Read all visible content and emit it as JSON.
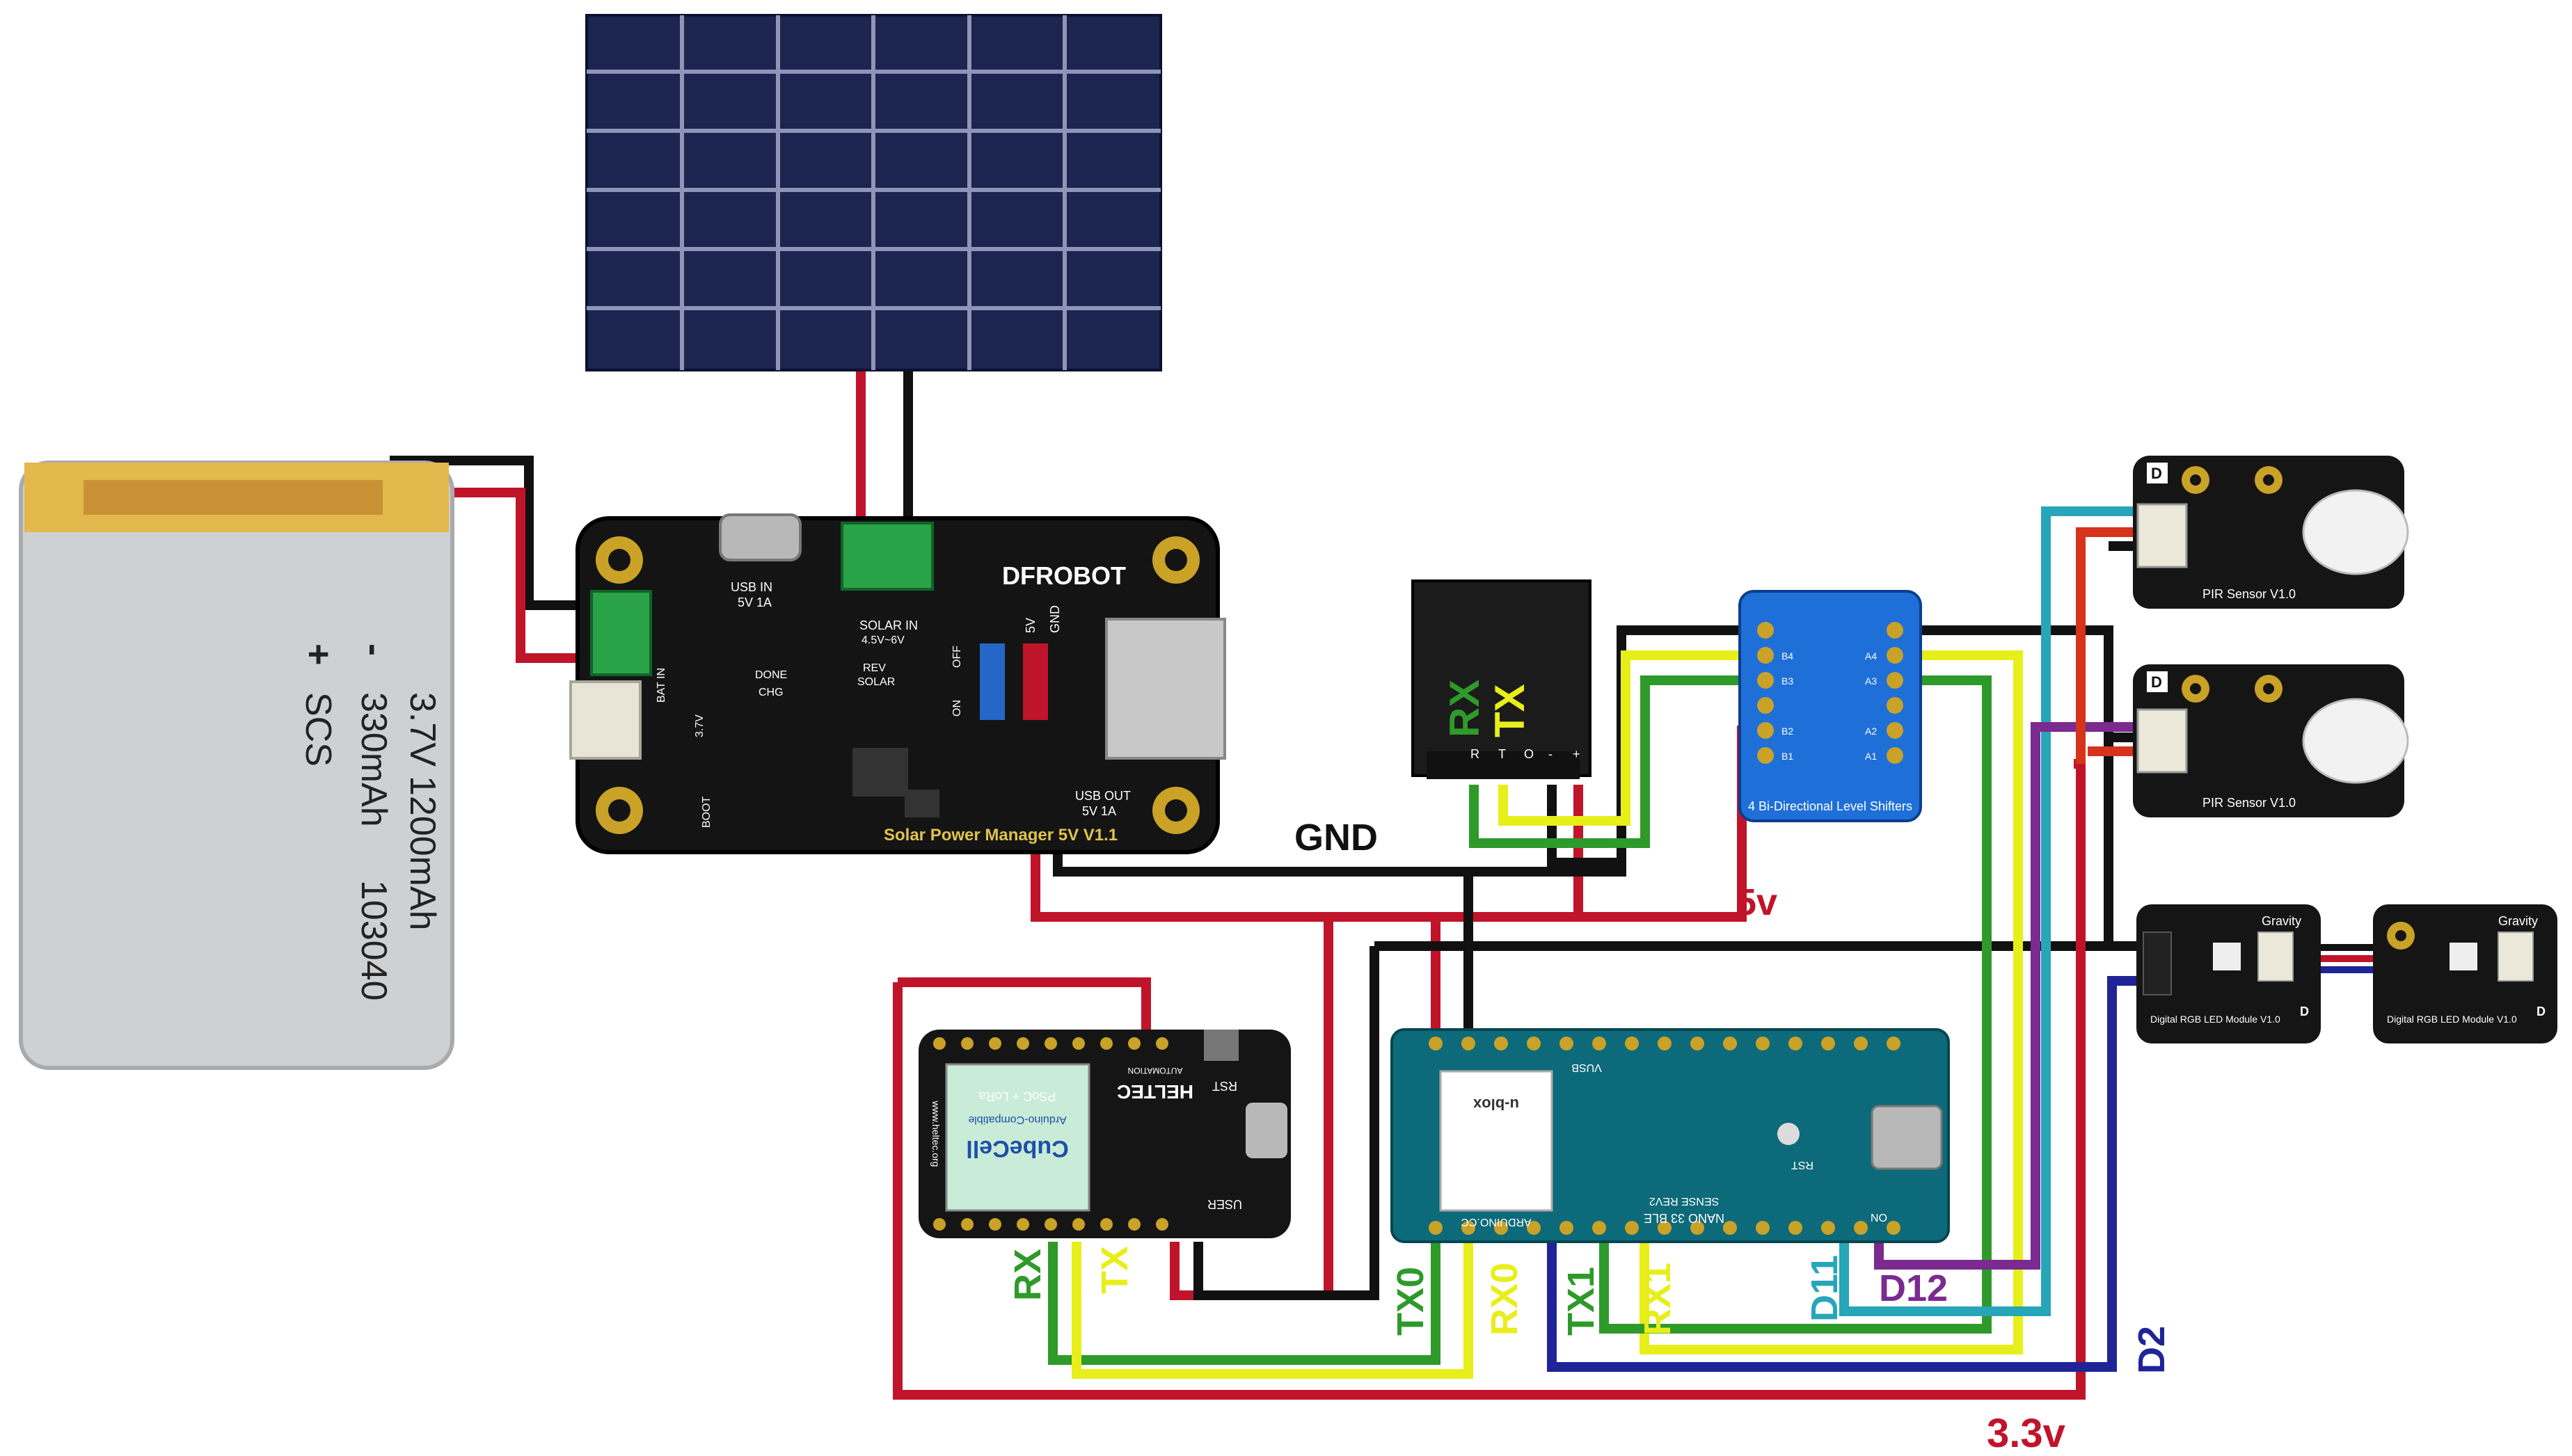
{
  "colors": {
    "red": "#c0142a",
    "black": "#111111",
    "yellow": "#e8ee1a",
    "green": "#2e9a2a",
    "cyan": "#27a6b9",
    "purple": "#7b2a8f",
    "navy": "#1f2496",
    "orange_red": "#d5331c"
  },
  "battery": {
    "lines": [
      "+",
      "-",
      "3.7V",
      "330mAh",
      "1200mAh",
      "103040",
      "SCS"
    ]
  },
  "power_manager": {
    "brand": "DFROBOT",
    "name": "Solar Power Manager 5V V1.1",
    "usb_in": "USB IN",
    "usb_in_rating": "5V 1A",
    "solar_in": "SOLAR IN",
    "solar_range": "4.5V~6V",
    "bat_in": "BAT IN",
    "bat_voltage": "3.7V",
    "usb_out": "USB OUT",
    "usb_out_rating": "5V 1A",
    "done": "DONE",
    "chg": "CHG",
    "rev": "REV",
    "solar": "SOLAR",
    "off": "OFF",
    "on": "ON",
    "v5": "5V",
    "gnd": "GND",
    "boot": "BOOT"
  },
  "receiver": {
    "rx": "RX",
    "tx": "TX",
    "pins": [
      "R",
      "T",
      "O",
      "-",
      "+"
    ]
  },
  "level_shifter": {
    "title": "4 Bi-Directional Level Shifters",
    "pins_left": [
      "B4",
      "B3",
      "B2",
      "B1"
    ],
    "pins_right": [
      "A4",
      "A3",
      "A2",
      "A1"
    ]
  },
  "pir_sensors": [
    {
      "label": "PIR Sensor V1.0",
      "d": "D"
    },
    {
      "label": "PIR Sensor V1.0",
      "d": "D"
    }
  ],
  "rgb_modules": [
    {
      "label": "Digital RGB LED Module V1.0",
      "brand": "Gravity",
      "d": "D"
    },
    {
      "label": "Digital RGB LED Module V1.0",
      "brand": "Gravity",
      "d": "D"
    }
  ],
  "cubecell": {
    "brand": "HELTEC",
    "brand_sub": "AUTOMATION",
    "logo": "CubeCell",
    "psoc": "PSoC + LoRa",
    "compat": "Arduino-Compatible",
    "url": "www.heltec.org",
    "rst": "RST",
    "user": "USER"
  },
  "nano": {
    "brand": "ARDUINO.CC",
    "model": "NANO 33 BLE",
    "sub": "SENSE REV2",
    "module": "u-blox",
    "rst": "RST",
    "on": "ON",
    "vusb": "VUSB"
  },
  "labels": {
    "gnd": "GND",
    "v5": "5v",
    "v33": "3.3v",
    "rx_cc": "RX",
    "tx_cc": "TX",
    "tx0": "TX0",
    "rx0": "RX0",
    "tx1": "TX1",
    "rx1": "RX1",
    "d11": "D11",
    "d12": "D12",
    "d2": "D2"
  }
}
